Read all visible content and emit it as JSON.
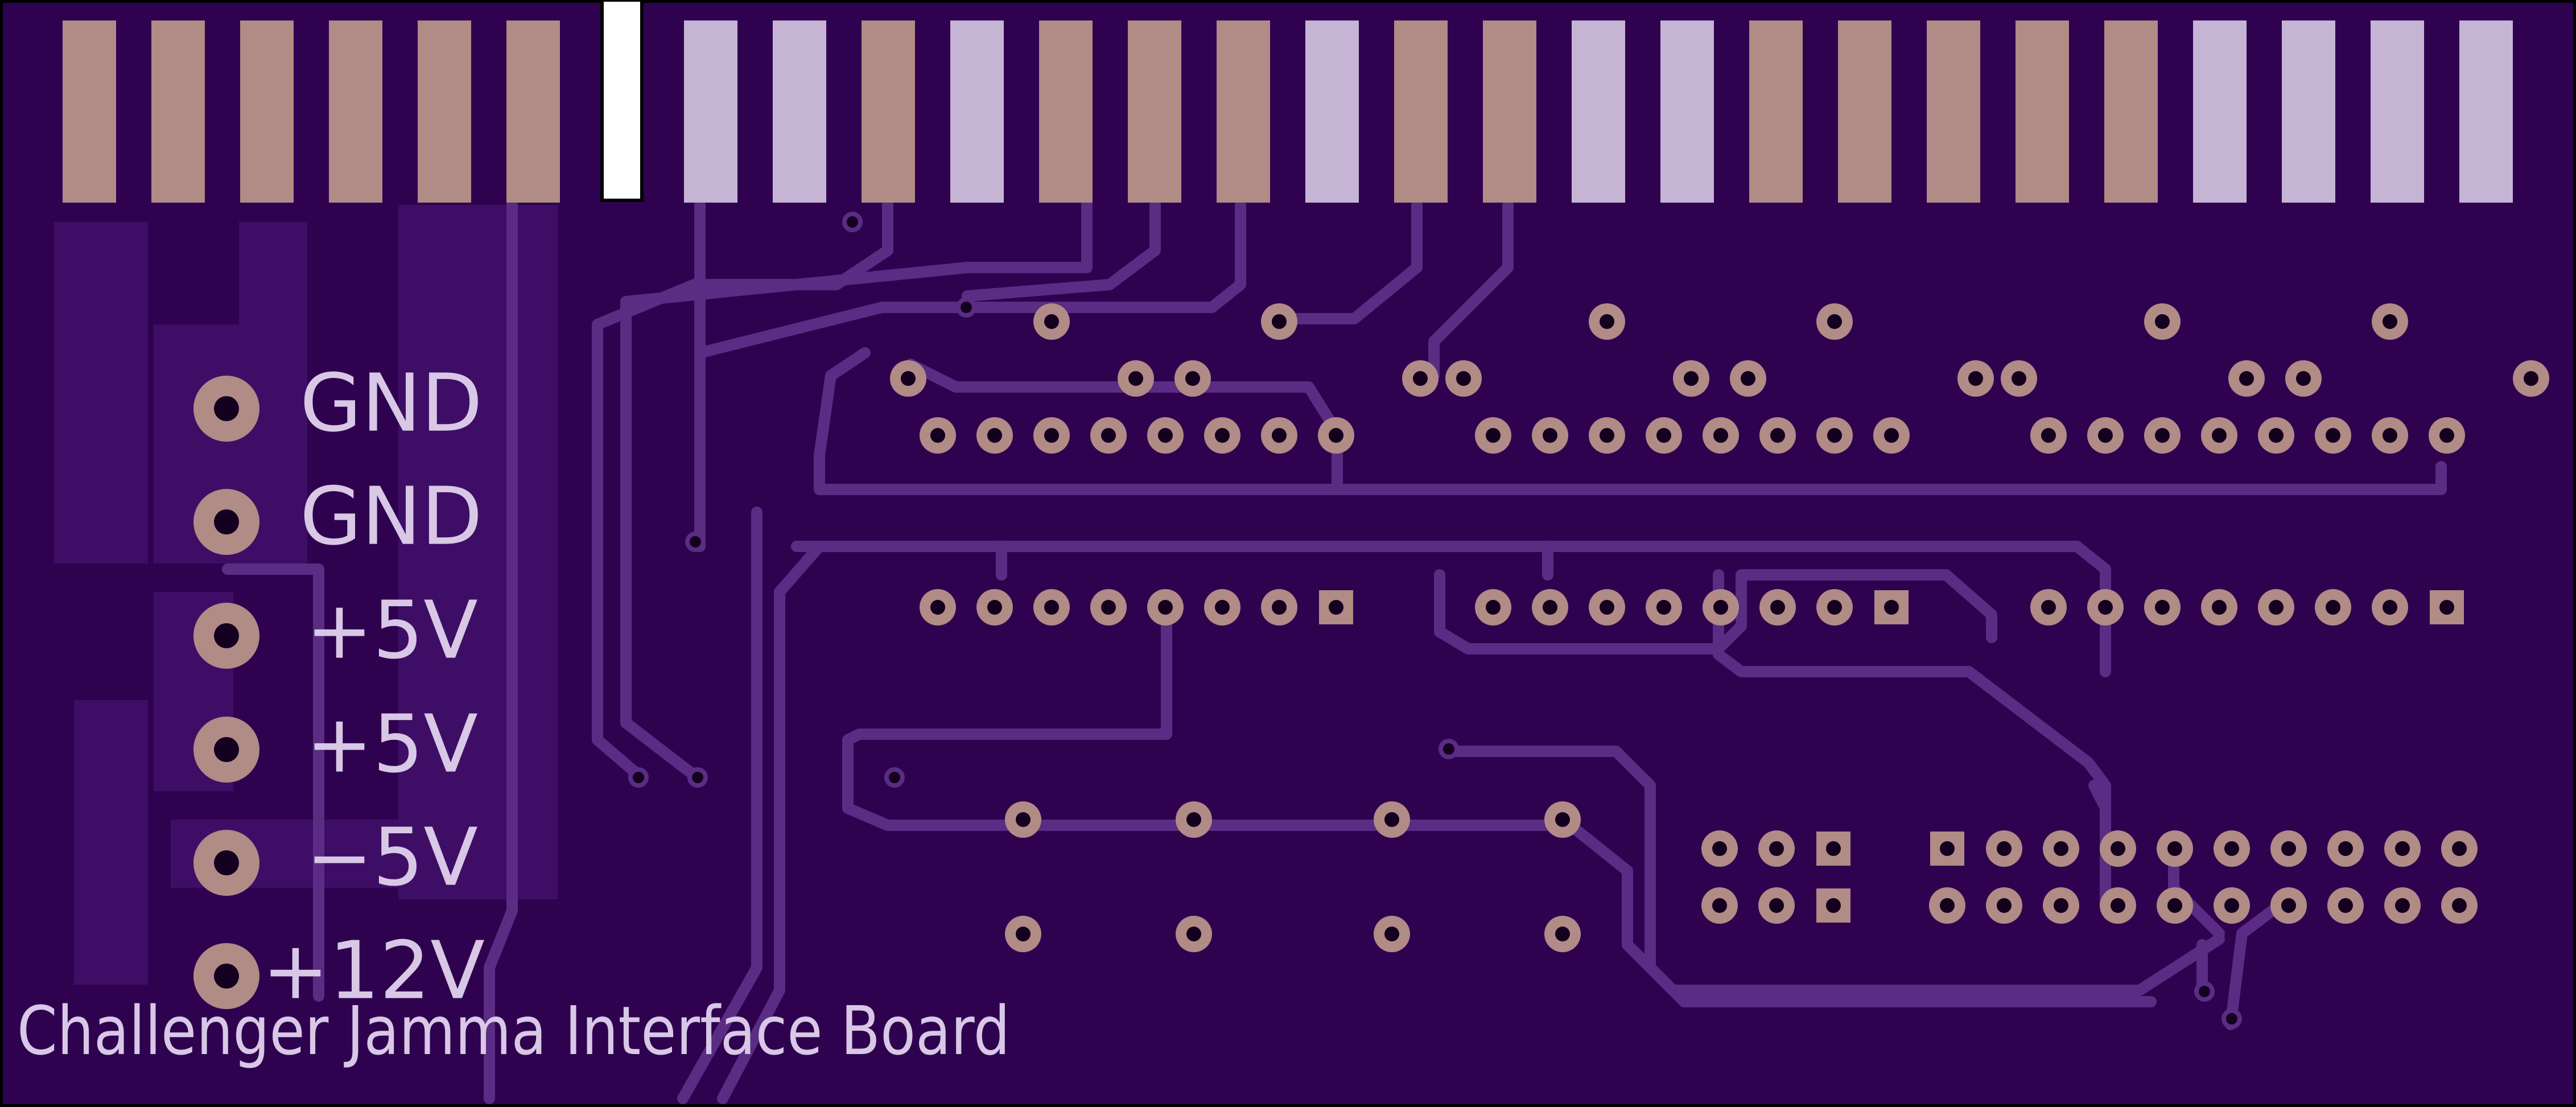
{
  "board": {
    "title": "Challenger Jamma Interface Board",
    "colors": {
      "substrate": "#2f0250",
      "copper_pour": "#3e0e66",
      "trace": "#5a2c84",
      "pad_copper": "#b18b85",
      "pad_silver": "#c6b4d4",
      "hole": "#14001f",
      "silkscreen": "#d8c8e6",
      "outline": "#000000",
      "notch": "#ffffff"
    },
    "power_labels": [
      "GND",
      "GND",
      "+5V",
      "+5V",
      "−5V",
      "+12V"
    ],
    "edge_fingers_finish": [
      "copper",
      "copper",
      "copper",
      "copper",
      "copper",
      "copper",
      "silver",
      "silver",
      "copper",
      "silver",
      "copper",
      "copper",
      "copper",
      "silver",
      "copper",
      "copper",
      "silver",
      "silver",
      "copper",
      "copper",
      "copper",
      "copper",
      "copper",
      "silver",
      "silver",
      "silver",
      "silver"
    ]
  }
}
